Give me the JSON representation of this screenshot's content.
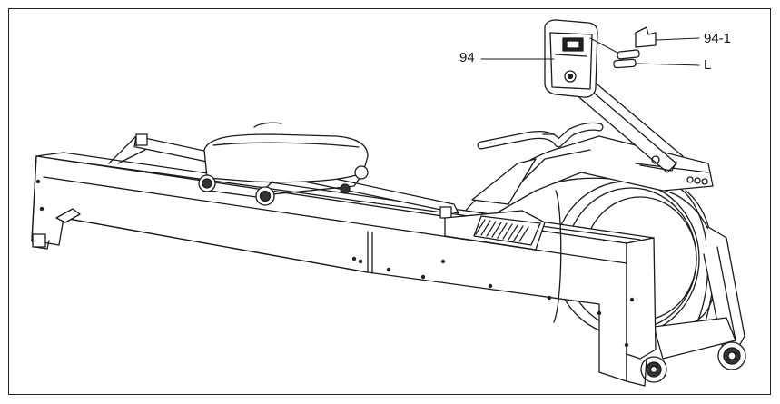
{
  "diagram": {
    "callouts": {
      "part_94": "94",
      "part_94_1": "94-1",
      "part_L": "L"
    }
  }
}
